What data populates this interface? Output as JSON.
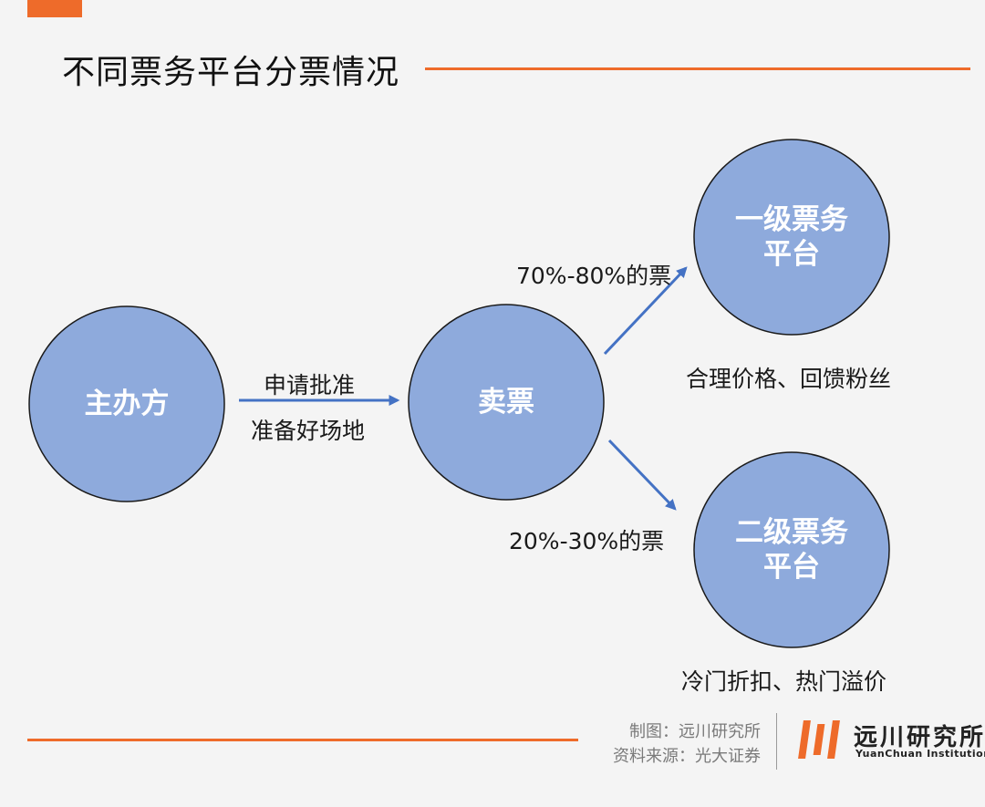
{
  "title": "不同票务平台分票情况",
  "nodes": {
    "organizer": "主办方",
    "ticketing": "卖票",
    "primary": [
      "一级票务",
      "平台"
    ],
    "secondary": [
      "二级票务",
      "平台"
    ]
  },
  "edges": {
    "organizer_to_ticketing": [
      "申请批准",
      "准备好场地"
    ],
    "to_primary": "70%-80%的票",
    "to_secondary": "20%-30%的票"
  },
  "outcomes": {
    "primary": "合理价格、回馈粉丝",
    "secondary": "冷门折扣、热门溢价"
  },
  "credits": {
    "made_by": "制图：远川研究所",
    "source": "资料来源：光大证券"
  },
  "logo": {
    "name_cn": "远川研究所",
    "name_en": "YuanChuan Institution"
  },
  "colors": {
    "accent": "#ee6b2a",
    "node_fill": "#8eaadc",
    "node_stroke": "#1a1a1a",
    "arrow": "#4472c4"
  }
}
